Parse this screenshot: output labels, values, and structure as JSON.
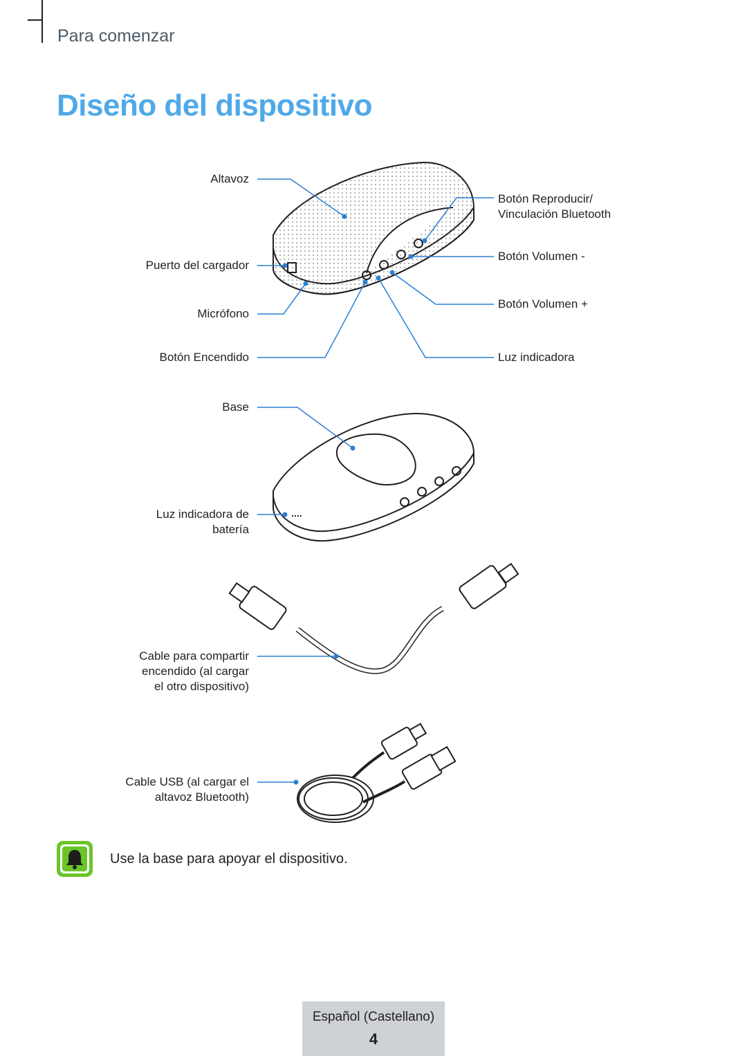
{
  "header": {
    "section": "Para comenzar"
  },
  "title": "Diseño del dispositivo",
  "labels": {
    "altavoz": "Altavoz",
    "puerto_cargador": "Puerto del cargador",
    "microfono": "Micrófono",
    "boton_encendido": "Botón Encendido",
    "boton_reproducir_1": "Botón Reproducir/",
    "boton_reproducir_2": "Vinculación Bluetooth",
    "volumen_menos": "Botón Volumen -",
    "volumen_mas": "Botón Volumen +",
    "luz_indicadora": "Luz indicadora",
    "base": "Base",
    "luz_bateria_1": "Luz indicadora de",
    "luz_bateria_2": "batería",
    "cable_compartir_1": "Cable para compartir",
    "cable_compartir_2": "encendido (al cargar",
    "cable_compartir_3": "el otro dispositivo)",
    "cable_usb_1": "Cable USB (al cargar el",
    "cable_usb_2": "altavoz Bluetooth)"
  },
  "note": {
    "text": "Use la base para apoyar el dispositivo.",
    "icon": "bell-icon"
  },
  "footer": {
    "language": "Español (Castellano)",
    "page_number": "4"
  },
  "colors": {
    "title": "#4fa9e8",
    "callout": "#2b7fd4",
    "note_icon": "#6bc52a",
    "footer_tab": "#cfd2d4"
  }
}
